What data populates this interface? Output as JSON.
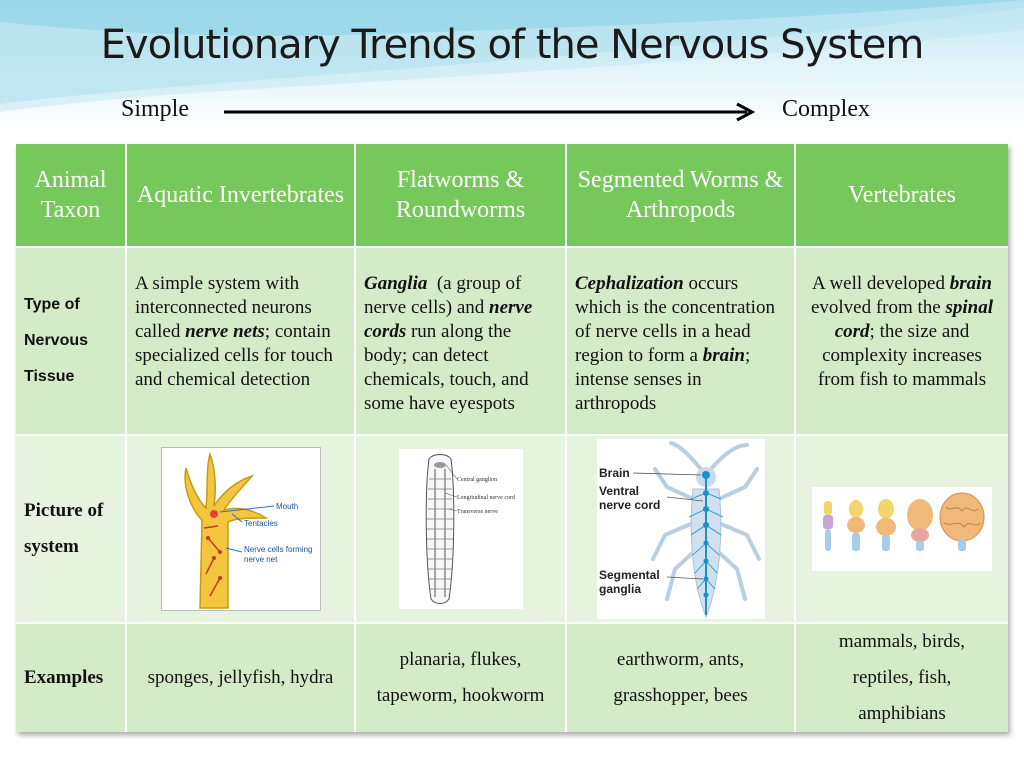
{
  "slide": {
    "title": "Evolutionary Trends of the Nervous System",
    "scale_left": "Simple",
    "scale_right": "Complex"
  },
  "table": {
    "headers": [
      "Animal Taxon",
      "Aquatic Invertebrates",
      "Flatworms & Roundworms",
      "Segmented Worms & Arthropods",
      "Vertebrates"
    ],
    "row_labels": {
      "tissue": [
        "Type of",
        "Nervous",
        "Tissue"
      ],
      "picture": [
        "Picture of",
        "system"
      ],
      "examples": "Examples"
    },
    "tissue": {
      "aquatic": {
        "t1": "A simple system with interconnected neurons called ",
        "b1": "nerve nets",
        "t2": "; contain specialized cells for touch and chemical detection"
      },
      "flatworms": {
        "b1": "Ganglia",
        "t1": "  (a group of nerve cells) and ",
        "b2": "nerve cords",
        "t2": " run along the body; can detect chemicals, touch, and some have eyespots"
      },
      "segmented": {
        "b1": "Cephalization",
        "t1": " occurs which is the concentration of nerve cells in a head region to form a ",
        "b2": "brain",
        "t2": "; intense senses in arthropods"
      },
      "vertebrates": {
        "t1": "A well developed ",
        "b1": "brain",
        "t2": " evolved from the ",
        "b2": "spinal cord",
        "t3": "; the size and complexity increases from fish to mammals"
      }
    },
    "picture_labels": {
      "hydra": [
        "Mouth",
        "Tentacles",
        "Nerve cells forming",
        "nerve net"
      ],
      "flatworm": [
        "Central ganglion",
        "Longitudinal nerve cord",
        "Transverse nerve"
      ],
      "insect": [
        "Brain",
        "Ventral",
        "nerve cord",
        "Segmental",
        "ganglia"
      ]
    },
    "examples": {
      "aquatic": "sponges, jellyfish, hydra",
      "flatworms": [
        "planaria, flukes,",
        "tapeworm, hookworm"
      ],
      "segmented": [
        "earthworm, ants,",
        "grasshopper, bees"
      ],
      "vertebrates": [
        "mammals, birds,",
        "reptiles, fish,",
        "amphibians"
      ]
    }
  },
  "colors": {
    "header_green": "#77c85a",
    "row_light": "#d4ebc8",
    "row_lighter": "#e6f3de",
    "nerve_blue": "#1a8fc8",
    "hydra_yellow": "#f3c63d"
  }
}
